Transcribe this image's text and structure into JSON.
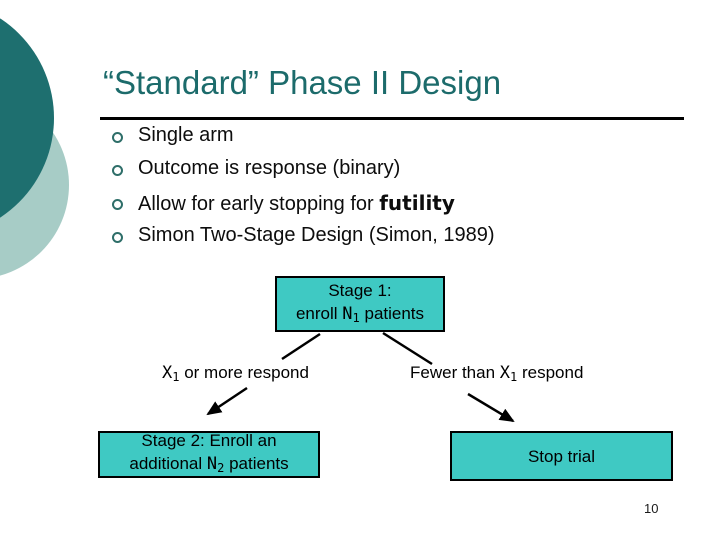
{
  "slide": {
    "title": "“Standard” Phase II Design",
    "page_number": "10"
  },
  "bullets": {
    "item1": "Single arm",
    "item2": "Outcome is response (binary)",
    "item3_pre": "Allow for early stopping for ",
    "item3_bold": "futility",
    "item4": "Simon Two-Stage Design (Simon, 1989)"
  },
  "flowchart": {
    "stage1": {
      "line1": "Stage 1:",
      "line2_pre": "enroll ",
      "line2_var": "N",
      "line2_sub": "1",
      "line2_post": " patients"
    },
    "branch_left": {
      "var": "X",
      "sub": "1",
      "post": " or more respond"
    },
    "branch_right": {
      "pre": "Fewer than ",
      "var": "X",
      "sub": "1",
      "post": " respond"
    },
    "stage2": {
      "line1": "Stage 2: Enroll an",
      "line2_pre": "additional ",
      "line2_var": "N",
      "line2_sub": "2",
      "line2_post": " patients"
    },
    "stop_box": {
      "label": "Stop trial"
    }
  },
  "colors": {
    "title_teal": "#1C6B6B",
    "circle_dark": "#1E6F6F",
    "circle_light": "#A7CCC6",
    "box_fill": "#3FC9C3",
    "bullet_ring": "#2E6E69"
  }
}
